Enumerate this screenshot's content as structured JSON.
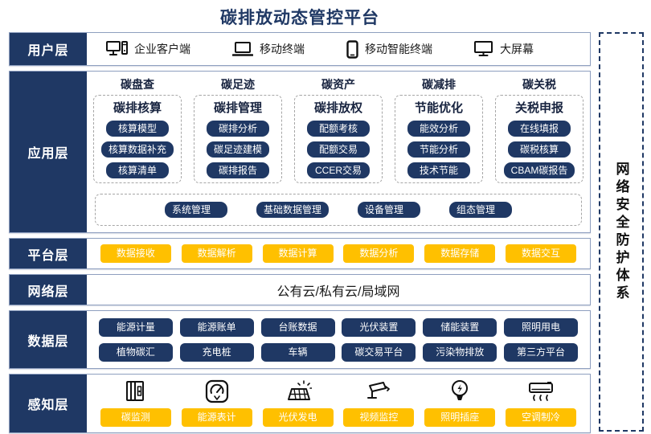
{
  "title": "碳排放动态管控平台",
  "security_panel": {
    "label": "网络安全防护体系"
  },
  "colors": {
    "navy": "#1f3864",
    "yellow": "#ffc000",
    "row_border": "#8e9fbf",
    "title": "#1f3864"
  },
  "layers": {
    "user": {
      "label": "用户层",
      "items": [
        {
          "icon": "desktop-pc-icon",
          "label": "企业客户端"
        },
        {
          "icon": "laptop-icon",
          "label": "移动终端"
        },
        {
          "icon": "smartphone-icon",
          "label": "移动智能终端"
        },
        {
          "icon": "monitor-icon",
          "label": "大屏幕"
        }
      ]
    },
    "app": {
      "label": "应用层",
      "groups": [
        {
          "header": "碳盘查",
          "subheader": "碳排核算",
          "items": [
            "核算模型",
            "核算数据补充",
            "核算清单"
          ]
        },
        {
          "header": "碳足迹",
          "subheader": "碳排管理",
          "items": [
            "碳排分析",
            "碳足迹建模",
            "碳排报告"
          ]
        },
        {
          "header": "碳资产",
          "subheader": "碳排放权",
          "items": [
            "配额考核",
            "配额交易",
            "CCER交易"
          ]
        },
        {
          "header": "碳减排",
          "subheader": "节能优化",
          "items": [
            "能效分析",
            "节能分析",
            "技术节能"
          ]
        },
        {
          "header": "碳关税",
          "subheader": "关税申报",
          "items": [
            "在线填报",
            "碳税核算",
            "CBAM碳报告"
          ]
        }
      ],
      "common_items": [
        "系统管理",
        "基础数据管理",
        "设备管理",
        "组态管理"
      ]
    },
    "platform": {
      "label": "平台层",
      "items": [
        "数据接收",
        "数据解析",
        "数据计算",
        "数据分析",
        "数据存储",
        "数据交互"
      ]
    },
    "network": {
      "label": "网络层",
      "content": "公有云/私有云/局域网"
    },
    "data": {
      "label": "数据层",
      "rows": [
        [
          "能源计量",
          "能源账单",
          "台账数据",
          "光伏装置",
          "储能装置",
          "照明用电"
        ],
        [
          "植物碳汇",
          "充电桩",
          "车辆",
          "碳交易平台",
          "污染物排放",
          "第三方平台"
        ]
      ]
    },
    "perception": {
      "label": "感知层",
      "items": [
        {
          "icon": "carbon-monitor-icon",
          "label": "碳监测"
        },
        {
          "icon": "energy-meter-icon",
          "label": "能源表计"
        },
        {
          "icon": "solar-panel-icon",
          "label": "光伏发电"
        },
        {
          "icon": "cctv-camera-icon",
          "label": "视频监控"
        },
        {
          "icon": "light-bulb-icon",
          "label": "照明插座"
        },
        {
          "icon": "air-conditioner-icon",
          "label": "空调制冷"
        }
      ]
    }
  }
}
